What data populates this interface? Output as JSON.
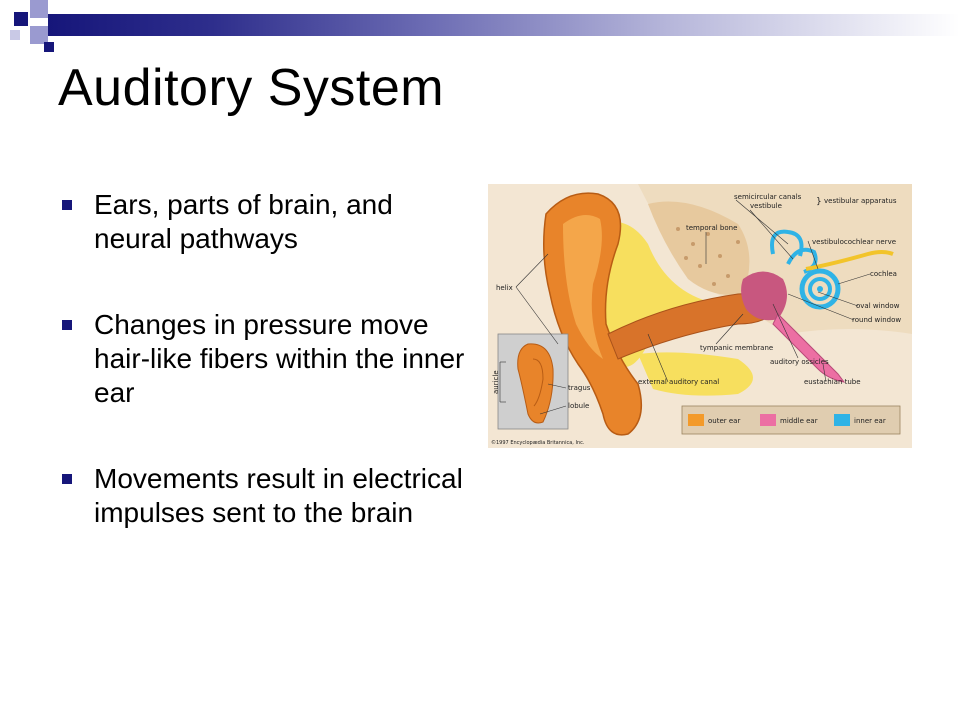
{
  "slide": {
    "title": "Auditory System",
    "bullets": [
      "Ears, parts of brain, and neural pathways",
      "Changes in pressure move hair-like fibers within the inner ear",
      "Movements result in electrical impulses sent to the brain"
    ]
  },
  "figure": {
    "labels": {
      "semicircular_canals": "semicircular canals",
      "vestibule": "vestibule",
      "vestibular_apparatus": "vestibular apparatus",
      "temporal_bone": "temporal bone",
      "vestibulocochlear_nerve": "vestibulocochlear nerve",
      "cochlea": "cochlea",
      "helix": "helix",
      "oval_window": "oval window",
      "round_window": "round window",
      "tympanic_membrane": "tympanic membrane",
      "auditory_ossicles": "auditory ossicles",
      "auricle": "auricle",
      "tragus": "tragus",
      "lobule": "lobule",
      "external_auditory_canal": "external auditory canal",
      "eustachian_tube": "eustachian tube"
    },
    "legend": [
      {
        "label": "outer ear",
        "color": "#f39a2a"
      },
      {
        "label": "middle ear",
        "color": "#ec6fa3"
      },
      {
        "label": "inner ear",
        "color": "#2fb3e6"
      }
    ],
    "copyright": "©1997 Encyclopædia Britannica, Inc."
  }
}
